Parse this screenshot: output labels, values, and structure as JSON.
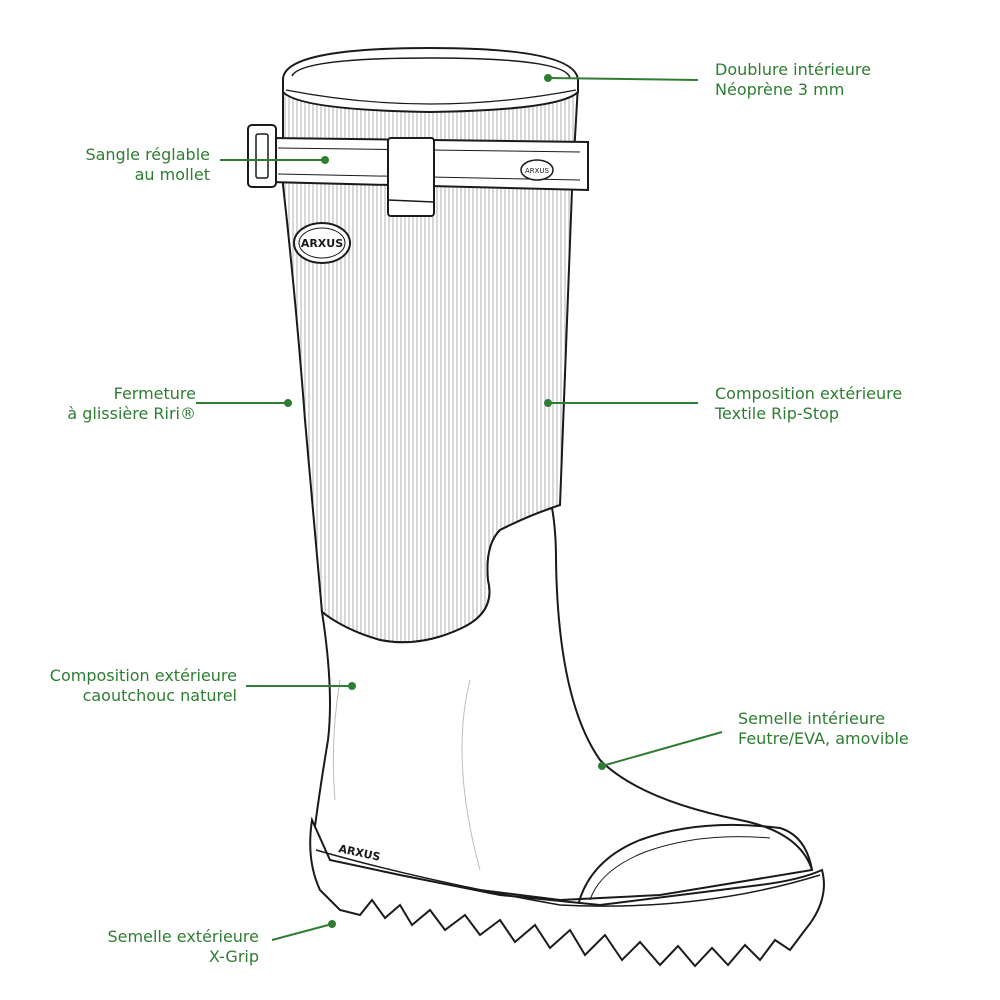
{
  "accent_color": "#2e7d32",
  "brand": "ARXUS",
  "callouts": {
    "lining": {
      "line1": "Doublure intérieure",
      "line2": "Néoprène 3 mm"
    },
    "strap": {
      "line1": "Sangle réglable",
      "line2": "au mollet"
    },
    "zipper": {
      "line1": "Fermeture",
      "line2": "à glissière Riri®"
    },
    "textile": {
      "line1": "Composition extérieure",
      "line2": "Textile Rip-Stop"
    },
    "rubber": {
      "line1": "Composition extérieure",
      "line2": "caoutchouc naturel"
    },
    "insole": {
      "line1": "Semelle intérieure",
      "line2": "Feutre/EVA, amovible"
    },
    "outsole": {
      "line1": "Semelle extérieure",
      "line2": "X-Grip"
    }
  }
}
